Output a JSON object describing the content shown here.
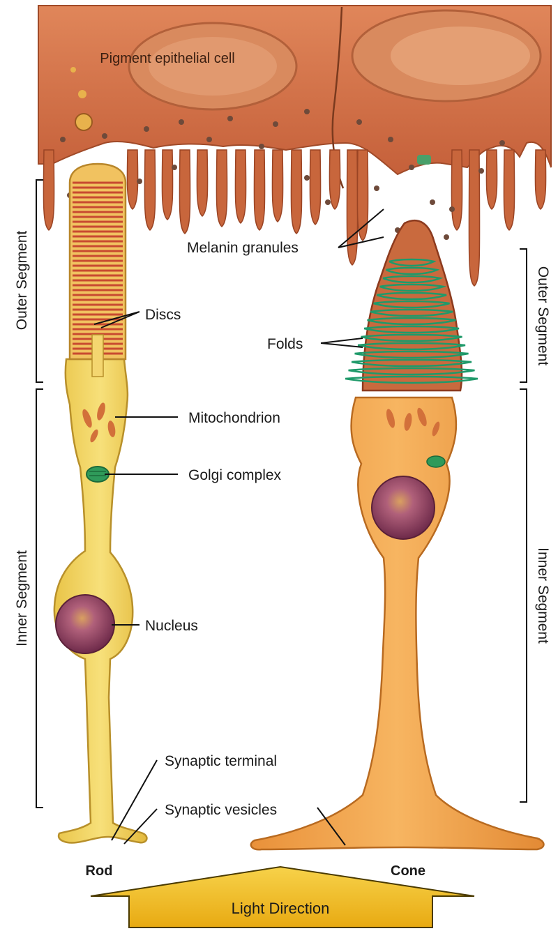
{
  "labels": {
    "pigment_epithelial_cell": "Pigment epithelial cell",
    "melanin_granules": "Melanin granules",
    "discs": "Discs",
    "folds": "Folds",
    "mitochondrion": "Mitochondrion",
    "golgi_complex": "Golgi complex",
    "nucleus": "Nucleus",
    "synaptic_terminal": "Synaptic terminal",
    "synaptic_vesicles": "Synaptic vesicles"
  },
  "segments": {
    "left_outer": "Outer Segment",
    "left_inner": "Inner Segment",
    "right_outer": "Outer Segment",
    "right_inner": "Inner Segment"
  },
  "cells": {
    "rod": "Rod",
    "cone": "Cone"
  },
  "arrow": {
    "label": "Light Direction"
  },
  "colors": {
    "pigment_epithelium": "#c8663c",
    "rod_body": "#efcf55",
    "cone_body": "#f0a24a",
    "disc_red": "#c84a30",
    "fold_green": "#1f9a6a",
    "nucleus": "#8c3a5e",
    "arrow_fill": "#f0be22"
  }
}
